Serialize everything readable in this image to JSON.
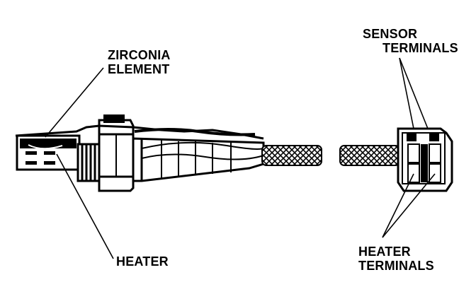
{
  "labels": {
    "zirconia_line1": "ZIRCONIA",
    "zirconia_line2": "ELEMENT",
    "heater": "HEATER",
    "sensor_terminals_line1": "SENSOR",
    "sensor_terminals_line2": "TERMINALS",
    "heater_terminals_line1": "HEATER",
    "heater_terminals_line2": "TERMINALS"
  },
  "colors": {
    "ink": "#000000",
    "paper": "#ffffff"
  }
}
